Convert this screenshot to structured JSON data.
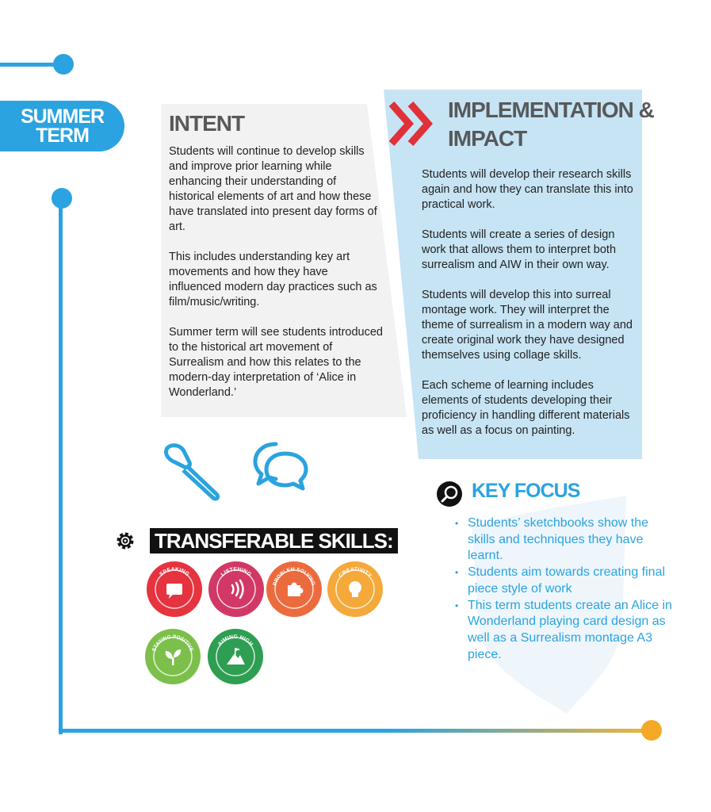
{
  "term": {
    "line1": "SUMMER",
    "line2": "TERM"
  },
  "intent": {
    "title": "INTENT",
    "p1": "Students will continue to develop skills and improve prior learning while enhancing their understanding of historical elements of art and how these have translated into present day forms of art.",
    "p2": "This includes understanding key art movements and how they have influenced modern day practices such as film/music/writing.",
    "p3": "Summer term will see students introduced to the historical art movement of Surrealism and how this relates to the modern-day interpretation of ‘Alice in Wonderland.’"
  },
  "implementation": {
    "title": "IMPLEMENTATION & IMPACT",
    "p1": "Students will develop their research skills again and how they can translate this into practical work.",
    "p2": "Students will create a series of design work that allows them to interpret both surrealism and AIW in their own way.",
    "p3": "Students will develop this into surreal montage work. They will interpret the theme of surrealism in a modern way and create original work they have designed themselves using collage skills.",
    "p4": "Each scheme of learning includes elements of students developing their proficiency in handling different materials as well as a focus on painting."
  },
  "key_focus": {
    "title": "KEY FOCUS",
    "items": [
      "Students’ sketchbooks show  the skills and techniques they have learnt.",
      "Students aim towards creating final piece style of work",
      "This term students create an Alice in Wonderland playing card design as well as a Surrealism montage A3 piece."
    ]
  },
  "transferable_skills": {
    "title": "TRANSFERABLE SKILLS:",
    "badges": [
      {
        "label": "SPEAKING",
        "color": "#e5333f",
        "icon": "speech-bubble-icon"
      },
      {
        "label": "LISTENING",
        "color": "#d23866",
        "icon": "sound-waves-icon"
      },
      {
        "label": "PROBLEM SOLVING",
        "color": "#ec6b3e",
        "icon": "puzzle-icon"
      },
      {
        "label": "CREATIVITY",
        "color": "#f5a93a",
        "icon": "lightbulb-icon"
      },
      {
        "label": "STAYING POSITIVE",
        "color": "#7cc04b",
        "icon": "sprout-icon"
      },
      {
        "label": "AIMING HIGH",
        "color": "#2e9e52",
        "icon": "mountain-flag-icon"
      }
    ]
  },
  "colors": {
    "accent": "#2aa3e0",
    "impl_panel": "#c6e4f4",
    "intent_panel": "#f2f2f2",
    "chevron": "#e0303a"
  }
}
